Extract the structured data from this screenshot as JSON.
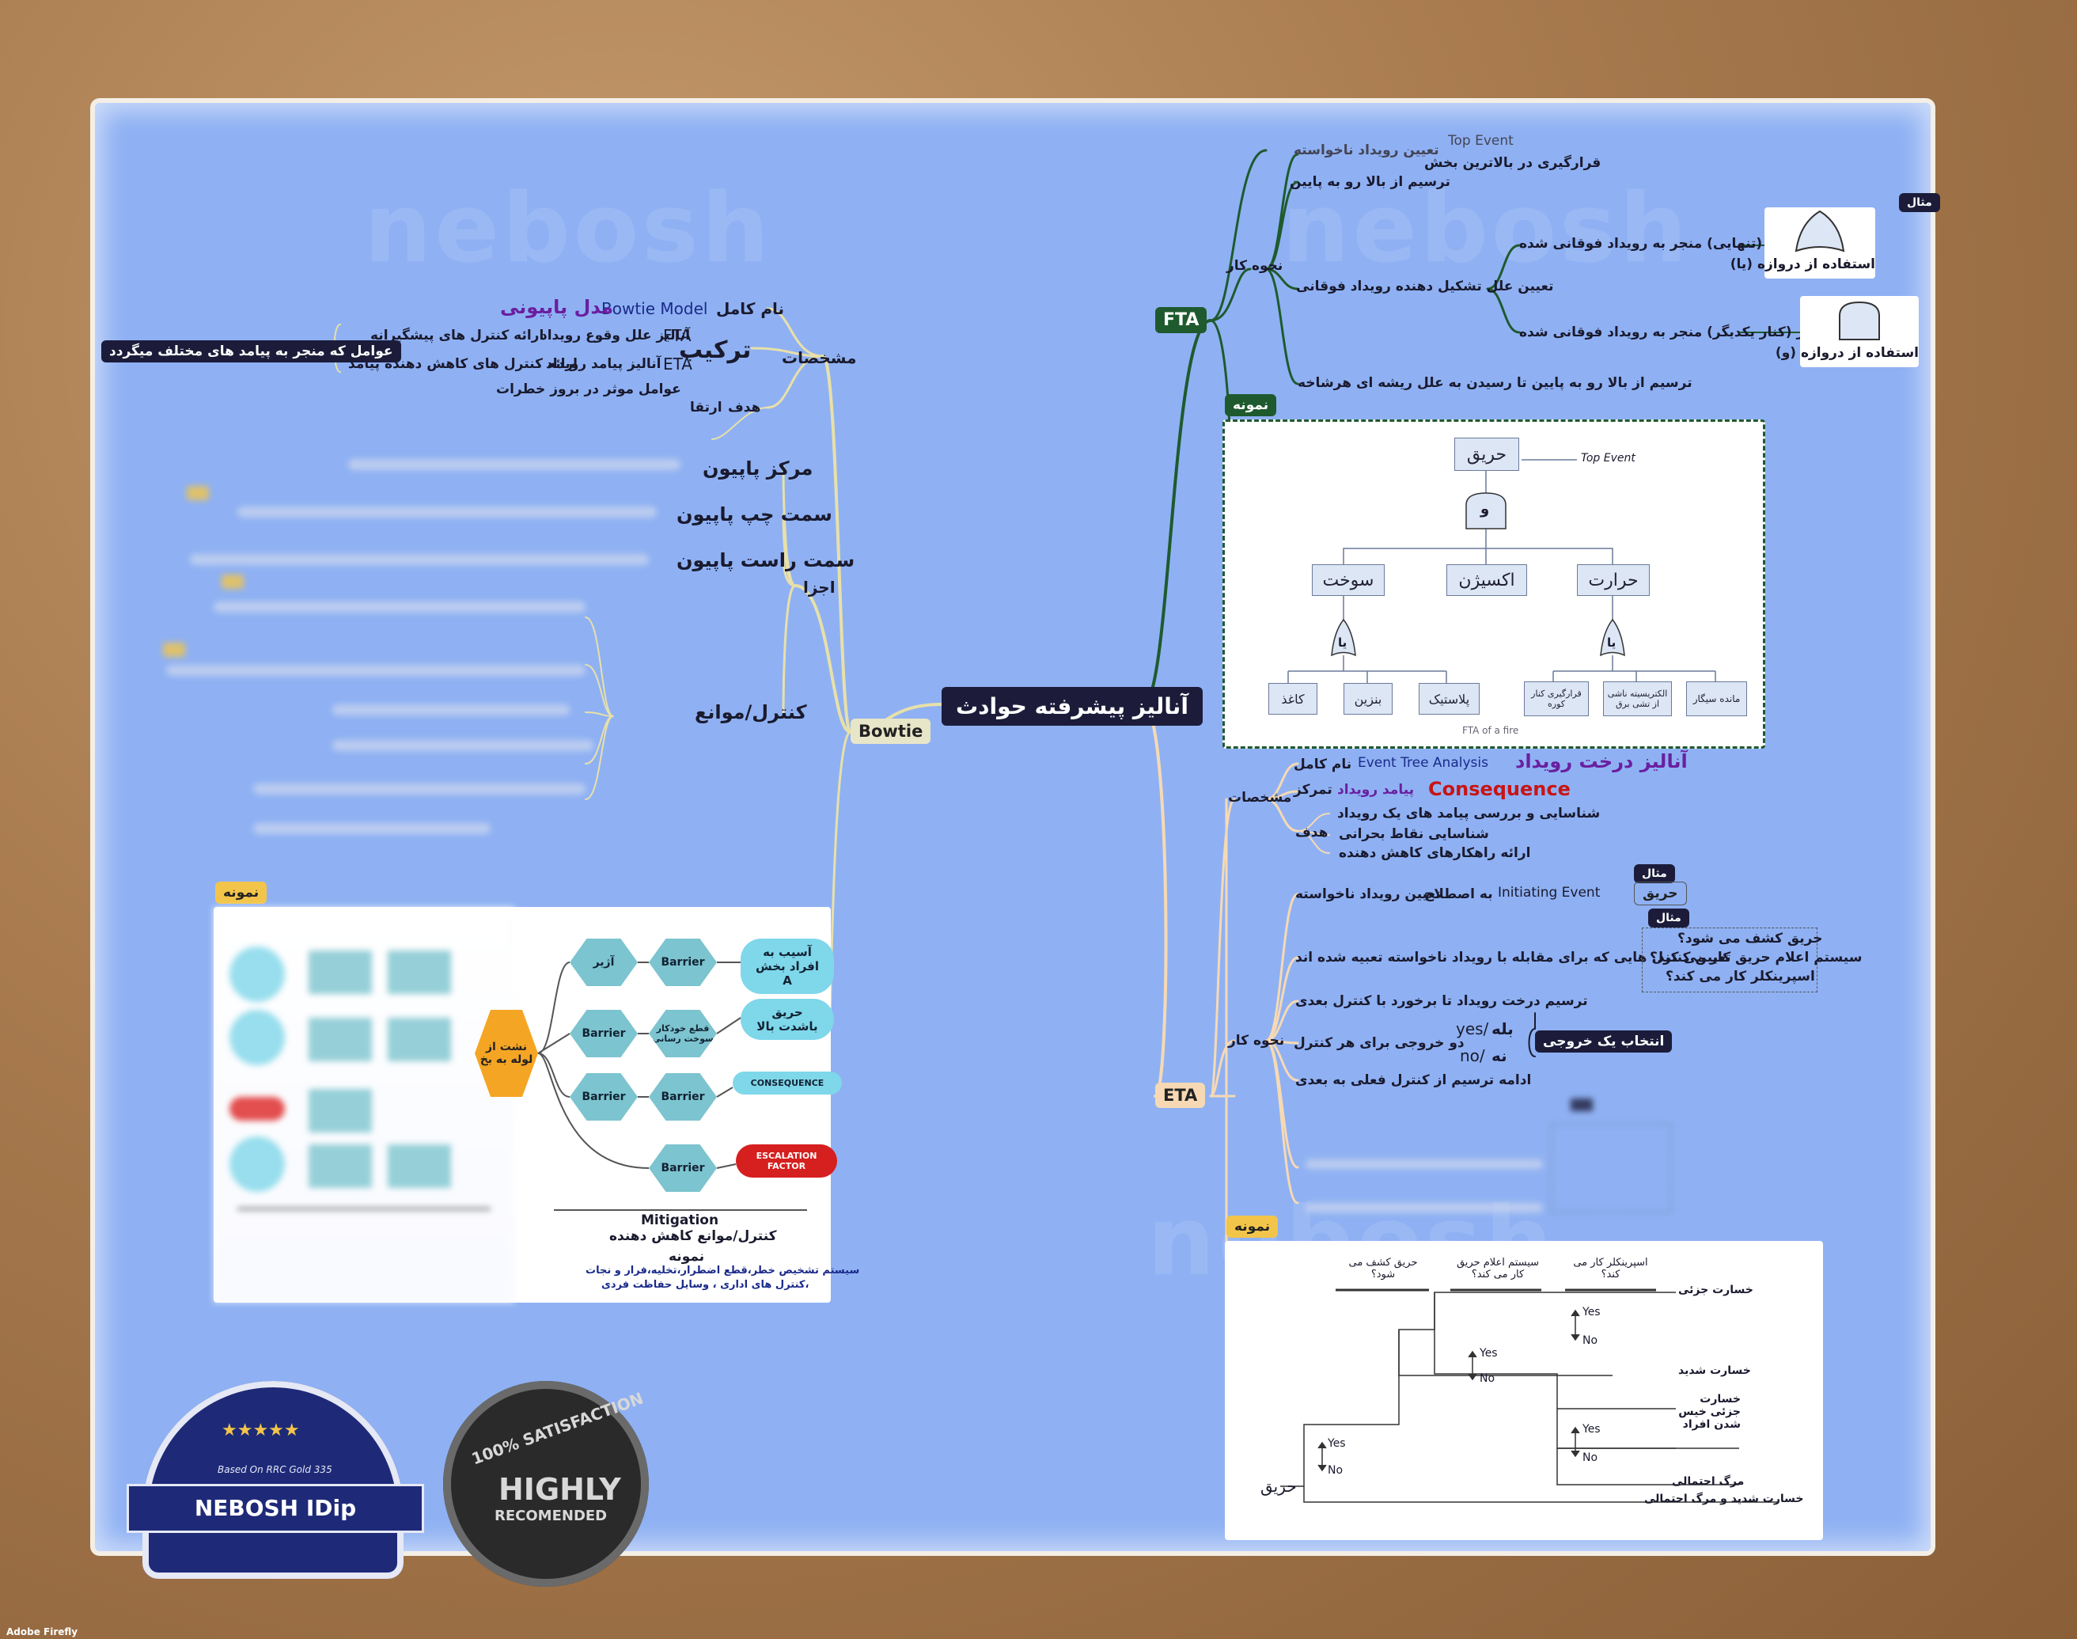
{
  "central": {
    "title": "آنالیز پیشرفته حوادث"
  },
  "bowtie": {
    "label": "Bowtie",
    "specs": "مشخصات",
    "fullname_label": "نام کامل",
    "fullname_en": "Bowtie Model",
    "fullname_fa": "مدل پاپیونی",
    "composition": "ترکیب",
    "fta": "FTA",
    "fta_desc": "آنالیز علل وقوع رویداد",
    "fta_control": "ارائه کنترل های پیشگیرانه",
    "eta": "ETA",
    "eta_desc": "آنالیز پیامد رویداد",
    "eta_control": "ارائه کنترل های کاهش دهنده پیامد",
    "factors": "عوامل که منجر به پیامد های مختلف میگردد",
    "goal": "هدف",
    "goal_sub": "ارتقا",
    "goal_desc": "عوامل موثر در بروز خطرات",
    "parts": "اجزا",
    "center": "مرکز پاپیون",
    "left": "سمت چپ پاپیون",
    "right": "سمت راست پاپیون",
    "controls": "کنترل/موانع",
    "sample": "نمونه",
    "sample_mitigation": "Mitigation",
    "sample_mitigation_fa": "کنترل/موانع کاهش دهنده",
    "sample_note_title": "نمونه",
    "sample_note_1": "سیستم تشخیص خطر،قطع اضطرار،تخلیه،فرار و نجات",
    "sample_note_2": "،کنترل های اداری ، وسایل حفاظت فردی",
    "hex_barrier": "Barrier",
    "hex_fire": "آژیر",
    "hex_auto": "قطع خودکار سوخت رسانی",
    "pill_a": "آسیب به افراد بخش A",
    "pill_fire": "حریق باشدت بالا",
    "pill_cons": "CONSEQUENCE",
    "pill_esc": "ESCALATION FACTOR",
    "center_hex": "نشت از لوله به بخ"
  },
  "fta": {
    "label": "FTA",
    "how": "نحوه کار",
    "n1": "تعیین رویداد ناخواسته",
    "n1b": "Top Event",
    "n2": "قرارگیری در بالاترین بخش",
    "n3": "ترسیم از بالا رو به پایین",
    "n4": "تعیین علل تشکیل دهنده رویداد فوقانی",
    "n4a": "علل به (تنهایی) منجر به رویداد فوقانی شده",
    "n4a_gate": "استفاده از دروازه (یا)",
    "n4b": "علل در (کنار یکدیگر) منجر به رویداد فوقانی شده",
    "n4b_gate": "استفاده از دروازه (و)",
    "n5": "ترسیم از بالا رو به پایین تا رسیدن به علل ریشه ای هرشاخه",
    "example": "مثال",
    "sample": "نمونه",
    "d_top": "حریق",
    "d_top_label": "Top Event",
    "d_and": "و",
    "d_fuel": "سوخت",
    "d_oxygen": "اکسیژن",
    "d_heat": "حرارت",
    "d_or": "یا",
    "d_paper": "کاغذ",
    "d_petrol": "بنزین",
    "d_plastic": "پلاستیک",
    "d_c1": "قرارگیری کنار کوره",
    "d_c2": "الکتریسیته ناشی از تشی برق",
    "d_c3": "مانده سیگار",
    "d_caption": "FTA of a fire"
  },
  "eta": {
    "label": "ETA",
    "specs": "مشخصات",
    "fullname_label": "نام کامل",
    "fullname_en": "Event Tree Analysis",
    "fullname_fa": "آنالیز درخت رویداد",
    "focus": "تمرکز",
    "focus_val": "پیامد رویداد",
    "focus_en": "Consequence",
    "goal": "هدف",
    "goal_1": "شناسایی و بررسی پیامد های یک رویداد",
    "goal_2": "شناسایی نقاط بحرانی",
    "goal_3": "ارائه راهکارهای کاهش دهنده",
    "how": "نحوه کار",
    "h1": "تعیین رویداد ناخواسته",
    "h1_term": "به اصطلاح",
    "h1_en": "Initiating Event",
    "h1_ex_label": "مثال",
    "h1_ex": "حریق",
    "h2": "تعیین کنترل هایی که برای مقابله با رویداد ناخواسته تعبیه شده اند",
    "h2_ex_label": "مثال",
    "h2_q1": "حریق کشف می شود؟",
    "h2_q2": "سیستم اعلام حریق کار می کند؟",
    "h2_q3": "اسپرینکلر کار می کند؟",
    "h3": "ترسیم درخت رویداد تا برخورد با کنترل بعدی",
    "h4": "دو خروجی برای هر کنترل",
    "h4_yes_en": "yes/",
    "h4_yes_fa": "بله",
    "h4_no_en": "no/",
    "h4_no_fa": "نه",
    "h4_pick": "انتخاب یک خروجی",
    "h5": "ادامه ترسیم از کنترل فعلی به بعدی",
    "sample": "نمونه",
    "t_col1": "حریق کشف می شود؟",
    "t_col2": "سیستم اعلام حریق کار می کند؟",
    "t_col3": "اسپرینکلر کار می کند؟",
    "t_root": "حریق",
    "t_yes": "Yes",
    "t_no": "No",
    "t_o1": "خسارت جزئی",
    "t_o2": "خسارت شدید",
    "t_o3": "خسارت جزئی خیس شدن افراد",
    "t_o4": "مرگ احتمالی",
    "t_o5": "خسارت شدید و مرگ احتمالی"
  },
  "seals": {
    "nebosh_small": "Based On RRC Gold 335",
    "nebosh": "NEBOSH IDip",
    "satisfaction": "100% SATISFACTION",
    "highly": "HIGHLY",
    "recommended": "RECOMENDED"
  },
  "footer": {
    "credit": "Adobe Firefly"
  },
  "watermark": "nebosh",
  "colors": {
    "canvas": "#8fb1f3",
    "fta_node": "#1f5a2e",
    "bowtie_node": "#e8e6c8",
    "eta_node": "#f6d9b4",
    "central_node": "#1c1c3a"
  }
}
